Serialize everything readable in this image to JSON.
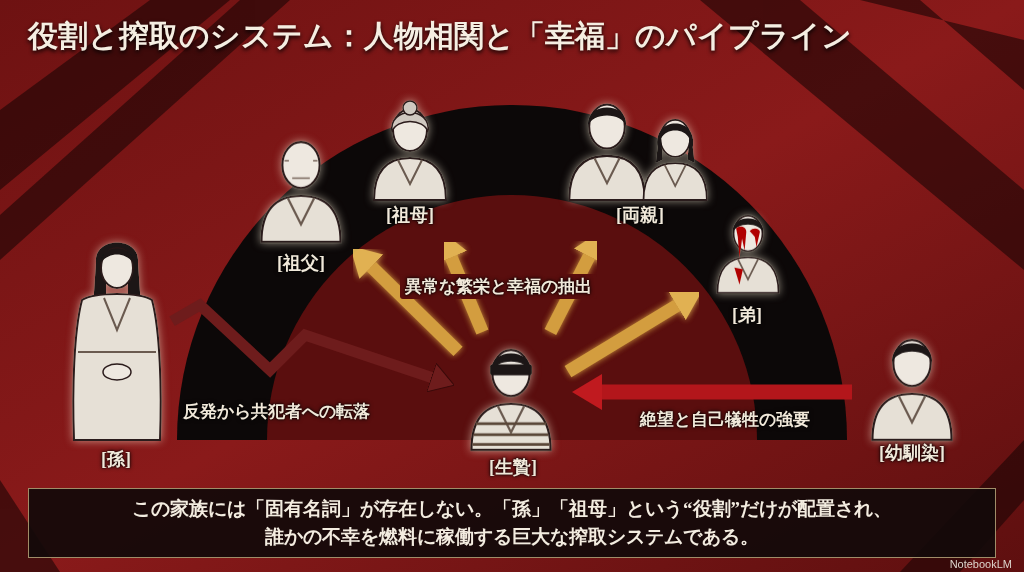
{
  "diagram": {
    "title": "役割と搾取のシステム：人物相関と「幸福」のパイプライン",
    "caption": "この家族には「固有名詞」が存在しない。「孫」「祖母」という“役割”だけが配置され、 誰かの不幸を燃料に稼働する巨大な搾取システムである。",
    "nodes": [
      {
        "text": [
          "[孫]"
        ]
      },
      {
        "text": [
          "[祖父]"
        ]
      },
      {
        "text": [
          "[祖母]"
        ]
      },
      {
        "text": [
          "[両親]"
        ]
      },
      {
        "text": [
          "[弟]"
        ]
      },
      {
        "text": [
          "[生贄]"
        ]
      },
      {
        "text": [
          "[幼馴染]"
        ]
      }
    ],
    "edges": [
      {
        "from": 5,
        "to": 1,
        "arrow": "to"
      },
      {
        "from": 5,
        "to": 2,
        "arrow": "to"
      },
      {
        "from": 5,
        "to": 3,
        "arrow": "to"
      },
      {
        "from": 5,
        "to": 4,
        "arrow": "to"
      },
      {
        "from": 0,
        "to": 5,
        "label": "反発から共犯者への転落",
        "arrow": "to"
      },
      {
        "from": 6,
        "to": 5,
        "label": "絶望と自己犠牲の強要",
        "arrow": "to"
      }
    ],
    "labels": [
      "異常な繁栄と幸福の抽出",
      "NotebookLM"
    ]
  }
}
